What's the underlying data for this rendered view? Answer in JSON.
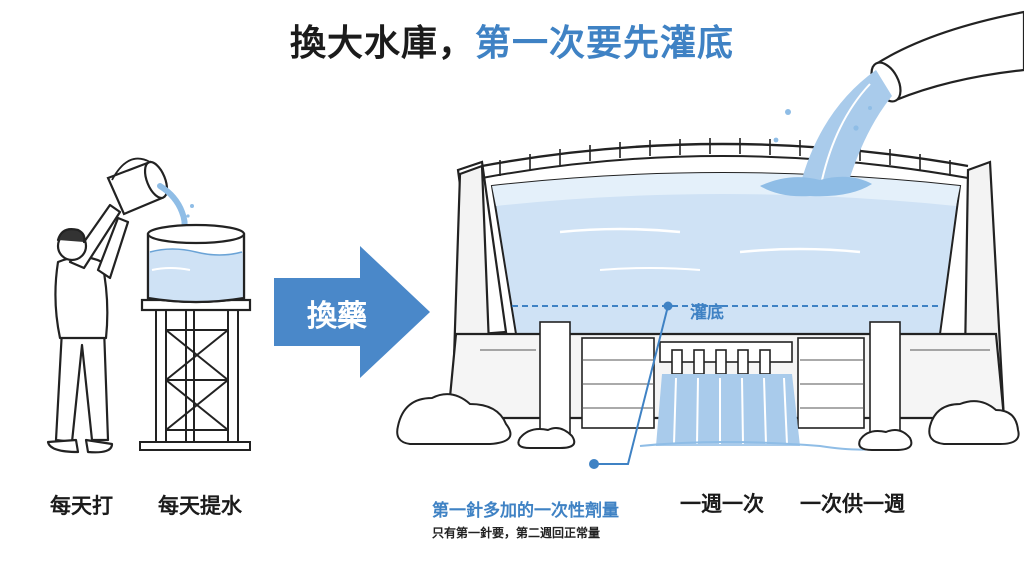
{
  "title": {
    "part1": "換大水庫，",
    "part2": "第一次要先灌底"
  },
  "arrow_label": "換藥",
  "water_tower": {
    "caption1": "每天打",
    "caption2": "每天提水"
  },
  "reservoir": {
    "base_level_label": "灌底",
    "loading_dose_title": "第一針多加的一次性劑量",
    "loading_dose_note": "只有第一針要，第二週回正常量",
    "caption1": "一週一次",
    "caption2": "一次供一週"
  },
  "colors": {
    "accent": "#3f82c4",
    "arrow": "#4a88c9",
    "water": "#cfe2f5",
    "water_dark": "#a9cbeb",
    "line": "#222222"
  }
}
